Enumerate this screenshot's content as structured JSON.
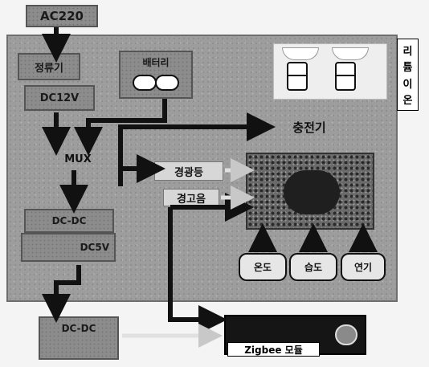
{
  "blocks": {
    "ac": "AC220",
    "rectifier": "정류기",
    "dc12": "DC12V",
    "battery": "배터리",
    "mux": "MUX",
    "charger": "충전기",
    "dcdc_a": "DC-DC",
    "dc5": "DC5V",
    "dcdc_b": "DC-DC",
    "alarm_lamp": "경광등",
    "alarm_sound": "경고음"
  },
  "sensors": [
    "온도",
    "습도",
    "연기"
  ],
  "zigbee_label": "Zigbee 모듈",
  "vertical_label": [
    "리",
    "튬",
    "이",
    "온"
  ],
  "colors": {
    "panel": "#9d9d9d",
    "block": "#8c8c8c",
    "arrow": "#111111",
    "zigbee_bg": "#151515"
  },
  "icons": [
    "lithium-cell-icon",
    "battery-cell-icon",
    "sensor-board-icon"
  ]
}
